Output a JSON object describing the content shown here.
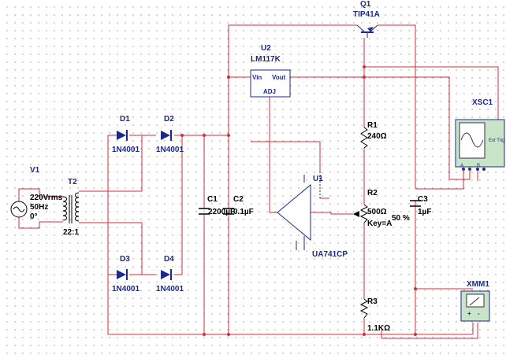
{
  "colors": {
    "wire": "#d0303a",
    "symbol": "#1b2a8a",
    "component": "#000000",
    "instrument_fill": "#c9e5c9"
  },
  "components": {
    "v1": {
      "ref": "V1",
      "line1": "220Vrms",
      "line2": "50Hz",
      "line3": "0°"
    },
    "t2": {
      "ref": "T2",
      "ratio": "22:1"
    },
    "d1": {
      "ref": "D1",
      "value": "1N4001"
    },
    "d2": {
      "ref": "D2",
      "value": "1N4001"
    },
    "d3": {
      "ref": "D3",
      "value": "1N4001"
    },
    "d4": {
      "ref": "D4",
      "value": "1N4001"
    },
    "c1": {
      "ref": "C1",
      "value": "2200µF"
    },
    "c2": {
      "ref": "C2",
      "value": "0.1µF"
    },
    "c3": {
      "ref": "C3",
      "value": "1µF"
    },
    "u2": {
      "ref": "U2",
      "part": "LM117K",
      "pin_vin": "Vin",
      "pin_vout": "Vout",
      "pin_adj": "ADJ"
    },
    "q1": {
      "ref": "Q1",
      "part": "TIP41A"
    },
    "r1": {
      "ref": "R1",
      "value": "240Ω"
    },
    "r2": {
      "ref": "R2",
      "value": "500Ω",
      "key": "Key=A",
      "percent": "50 %"
    },
    "r3": {
      "ref": "R3",
      "value": "1.1KΩ"
    },
    "u1": {
      "ref": "U1",
      "part": "UA741CP"
    },
    "xsc1": {
      "ref": "XSC1",
      "ext_trig": "Ext Trig",
      "ch_a": "A",
      "ch_b": "B"
    },
    "xmm1": {
      "ref": "XMM1",
      "plus": "+",
      "minus": "-"
    }
  }
}
